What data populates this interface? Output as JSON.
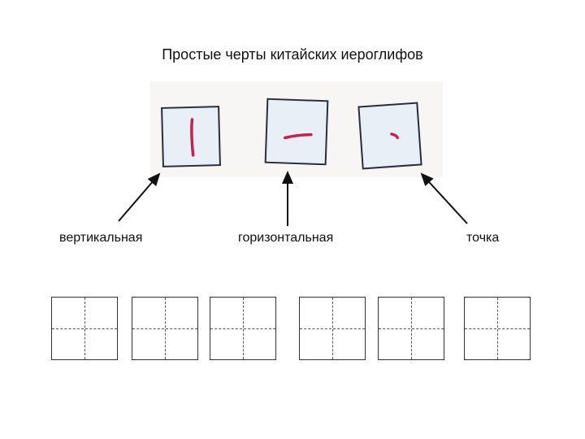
{
  "title": "Простые черты китайских иероглифов",
  "strokes": [
    {
      "label": "вертикальная",
      "stroke": "vertical"
    },
    {
      "label": "горизонтальная",
      "stroke": "horizontal"
    },
    {
      "label": "точка",
      "stroke": "dot"
    }
  ],
  "practice_grid_count": 6,
  "colors": {
    "stroke_ink": "#c8224a",
    "card_fill": "#e9eff6",
    "card_border": "#2c2d3a"
  }
}
